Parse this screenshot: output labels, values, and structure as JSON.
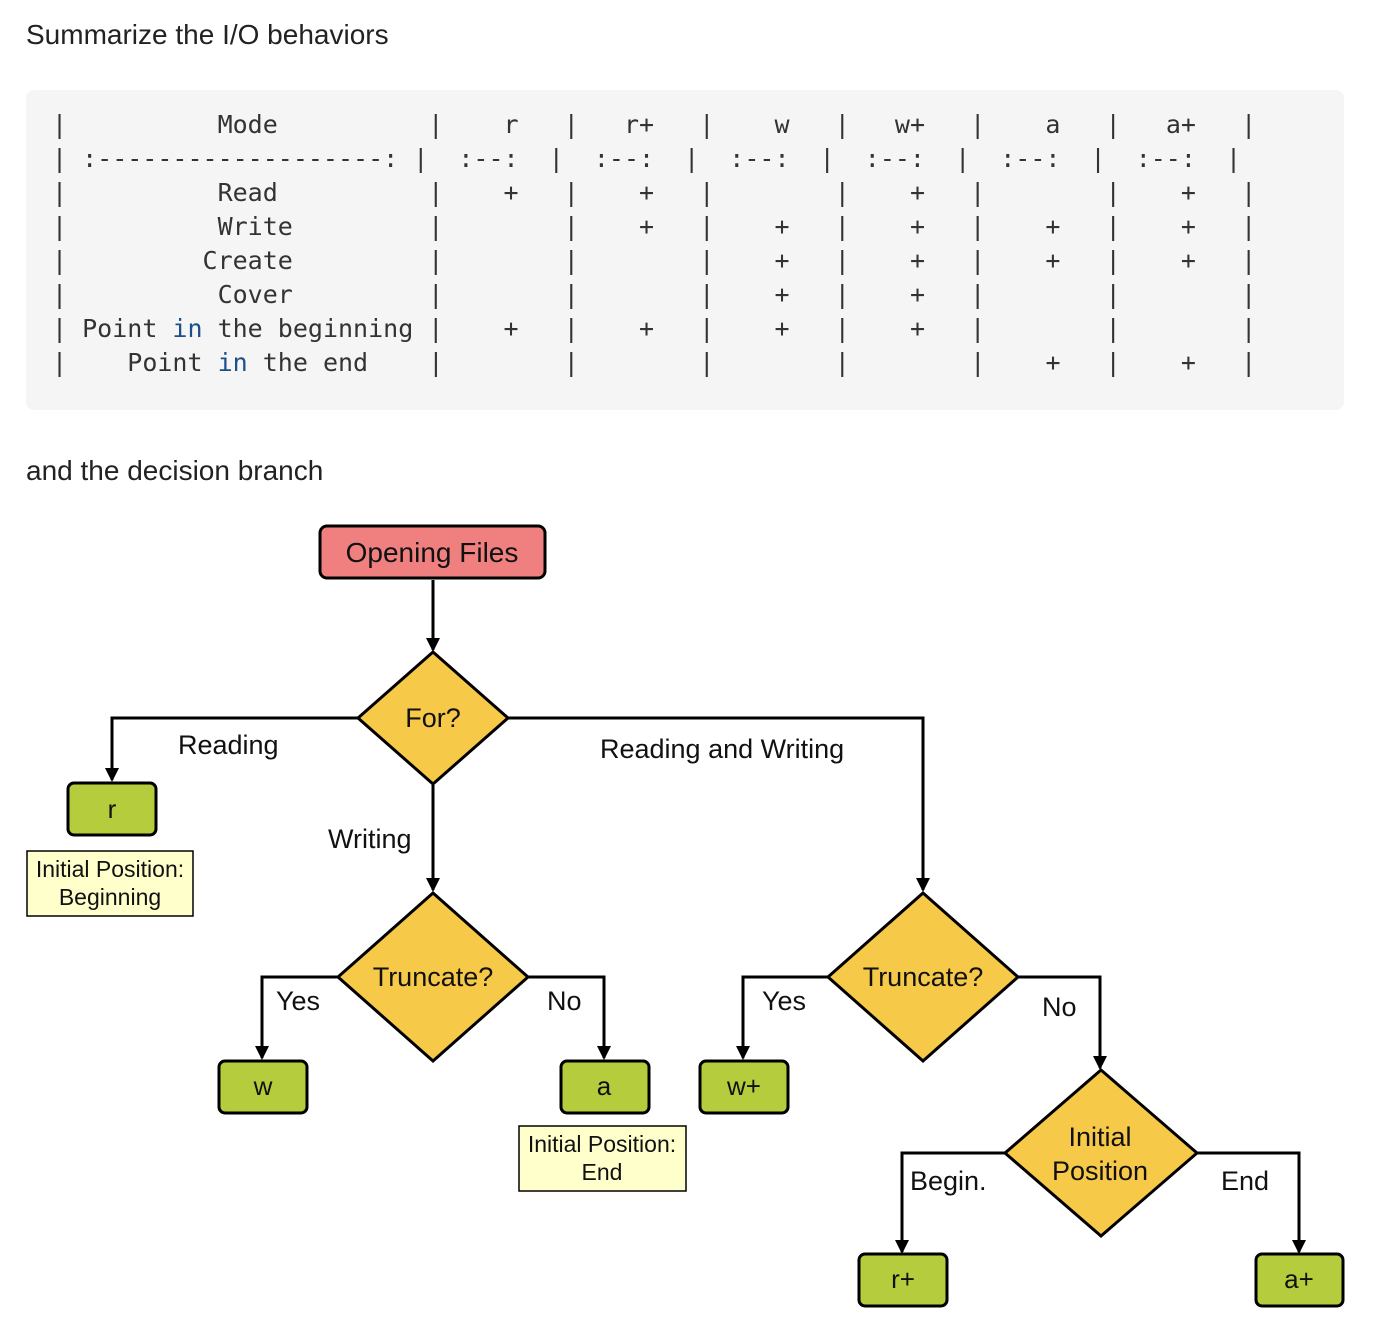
{
  "headings": {
    "summary": "Summarize the I/O behaviors",
    "decision": "and the decision branch"
  },
  "code_table": {
    "keyword": "in",
    "header": [
      "Mode",
      "r",
      "r+",
      "w",
      "w+",
      "a",
      "a+"
    ],
    "align_row": ":-------------------:",
    "align_cell": ":--:",
    "rows": [
      {
        "label": "Read",
        "cells": [
          "+",
          "+",
          "",
          "+",
          "",
          "+"
        ]
      },
      {
        "label": "Write",
        "cells": [
          "",
          "+",
          "+",
          "+",
          "+",
          "+"
        ]
      },
      {
        "label": "Create",
        "cells": [
          "",
          "",
          "+",
          "+",
          "+",
          "+"
        ]
      },
      {
        "label": "Cover",
        "cells": [
          "",
          "",
          "+",
          "+",
          "",
          ""
        ]
      },
      {
        "label": "Point in the beginning",
        "cells": [
          "+",
          "+",
          "+",
          "+",
          "",
          ""
        ]
      },
      {
        "label": "Point in the end",
        "cells": [
          "",
          "",
          "",
          "",
          "+",
          "+"
        ]
      }
    ]
  },
  "flowchart": {
    "colors": {
      "start": "#f08080",
      "decision": "#f7c948",
      "terminal": "#b5cc3c",
      "note": "#ffffcc",
      "stroke": "#000000"
    },
    "start": "Opening Files",
    "decision_for": "For?",
    "decision_truncate_left": "Truncate?",
    "decision_truncate_right": "Truncate?",
    "decision_initial": [
      "Initial",
      "Position"
    ],
    "edges": {
      "reading": "Reading",
      "writing": "Writing",
      "reading_writing": "Reading and Writing",
      "yes_left": "Yes",
      "no_left": "No",
      "yes_right": "Yes",
      "no_right": "No",
      "begin": "Begin.",
      "end": "End"
    },
    "terminals": {
      "r": "r",
      "w": "w",
      "a": "a",
      "w_plus": "w+",
      "r_plus": "r+",
      "a_plus": "a+"
    },
    "notes": {
      "r_note": [
        "Initial Position:",
        "Beginning"
      ],
      "a_note": [
        "Initial Position:",
        "End"
      ]
    }
  }
}
